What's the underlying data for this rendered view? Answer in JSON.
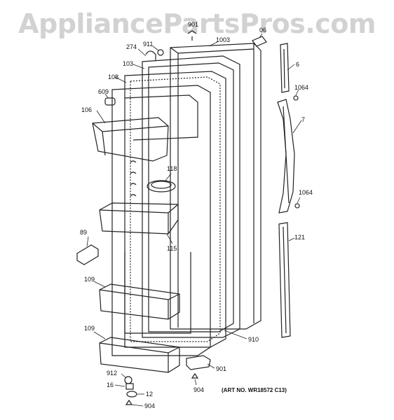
{
  "watermark": "AppliancePartsPros.com",
  "art_number": "(ART NO. WR18572 C13)",
  "callouts": [
    {
      "id": "c1003",
      "label": "1003"
    },
    {
      "id": "c06",
      "label": "06"
    },
    {
      "id": "c901top",
      "label": "901"
    },
    {
      "id": "c274",
      "label": "274"
    },
    {
      "id": "c911",
      "label": "911"
    },
    {
      "id": "c103",
      "label": "103"
    },
    {
      "id": "c108",
      "label": "108"
    },
    {
      "id": "c609",
      "label": "609"
    },
    {
      "id": "c106",
      "label": "106"
    },
    {
      "id": "c6",
      "label": "6"
    },
    {
      "id": "c1064a",
      "label": "1064"
    },
    {
      "id": "c7",
      "label": "7"
    },
    {
      "id": "c118",
      "label": "118"
    },
    {
      "id": "c1064b",
      "label": "1064"
    },
    {
      "id": "c121",
      "label": "121"
    },
    {
      "id": "c89",
      "label": "89"
    },
    {
      "id": "c115",
      "label": "115"
    },
    {
      "id": "c109a",
      "label": "109"
    },
    {
      "id": "c109b",
      "label": "109"
    },
    {
      "id": "c910",
      "label": "910"
    },
    {
      "id": "c901",
      "label": "901"
    },
    {
      "id": "c912",
      "label": "912"
    },
    {
      "id": "c16",
      "label": "16"
    },
    {
      "id": "c904a",
      "label": "904"
    },
    {
      "id": "c12",
      "label": "12"
    },
    {
      "id": "c904b",
      "label": "904"
    }
  ]
}
